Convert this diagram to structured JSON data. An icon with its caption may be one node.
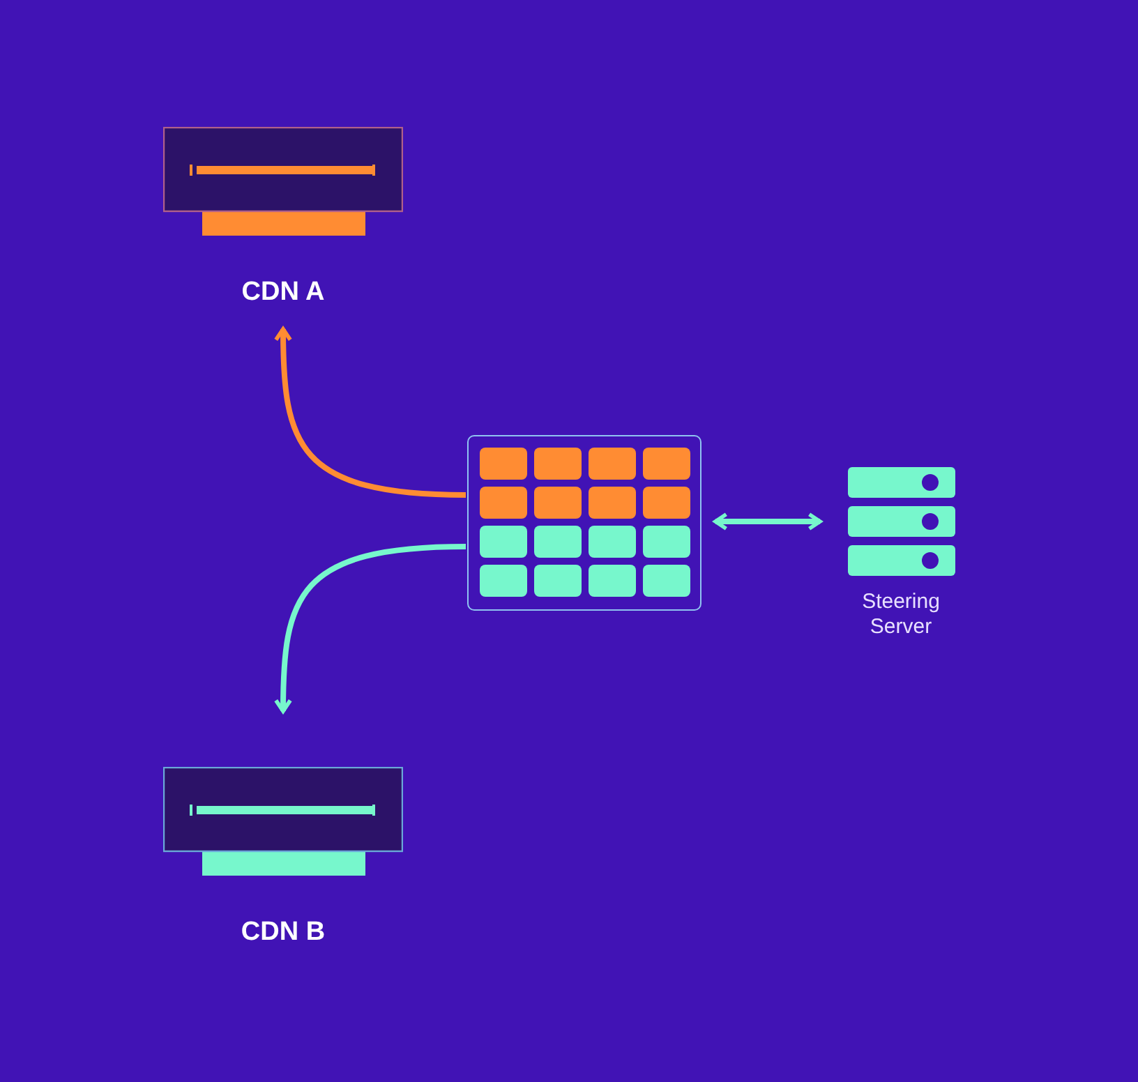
{
  "diagram": {
    "nodes": [
      {
        "text": [
          "CDN A"
        ]
      },
      {
        "text": [],
        "shape": "box"
      },
      {
        "text": [
          "Steering Server"
        ]
      },
      {
        "text": [
          "CDN B"
        ]
      }
    ],
    "edges": [
      {
        "from": 1,
        "to": 0,
        "arrow": "to",
        "color": "#ff8c33"
      },
      {
        "from": 1,
        "to": 3,
        "arrow": "to"
      },
      {
        "from": 1,
        "to": 2,
        "arrow": "both"
      }
    ]
  }
}
